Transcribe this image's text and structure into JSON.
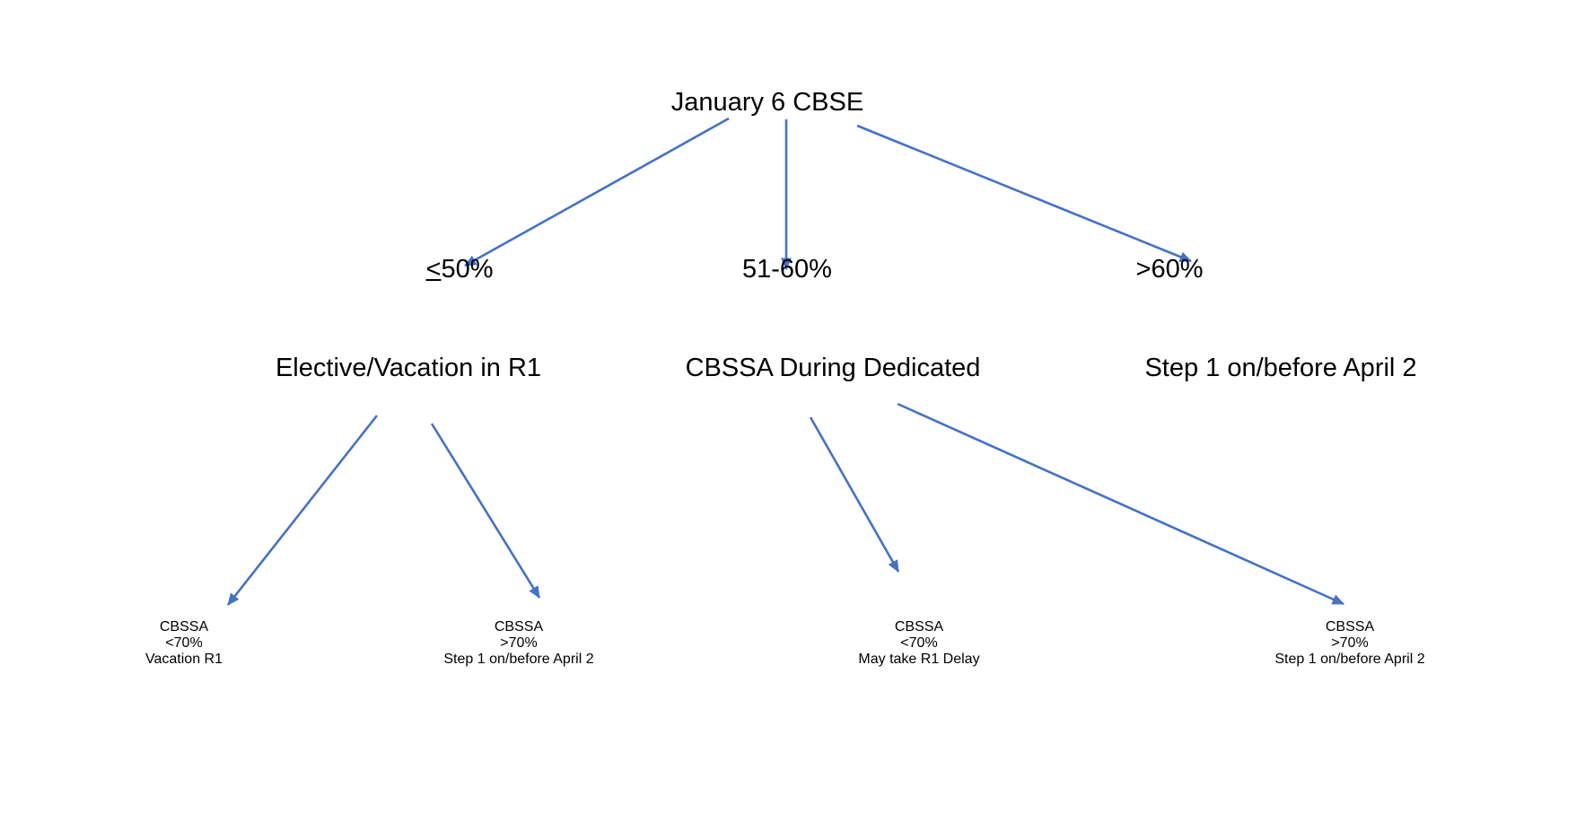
{
  "diagram": {
    "title_node": "January 6 CBSE",
    "accent_color": "#4472C4",
    "text_color": "#000000",
    "background_color": "#FFFFFF",
    "type": "decision-tree-flowchart",
    "level2": {
      "left_label_prefix": "<",
      "left_label_suffix": "50%",
      "left_label_full": "≤50%",
      "middle_label": "51-60%",
      "right_label": ">60%"
    },
    "level3": {
      "left": "Elective/Vacation in R1",
      "middle": "CBSSA During Dedicated",
      "right": "Step 1 on/before April 2"
    },
    "leaves": [
      {
        "line1": "CBSSA",
        "line2": "<70%",
        "line3": "Vacation R1"
      },
      {
        "line1": "CBSSA",
        "line2": ">70%",
        "line3": "Step 1 on/before April 2"
      },
      {
        "line1": "CBSSA",
        "line2": "<70%",
        "line3": "May take R1 Delay"
      },
      {
        "line1": "CBSSA",
        "line2": ">70%",
        "line3": "Step 1 on/before April 2"
      }
    ]
  },
  "chart_data": {
    "type": "table",
    "title": "January 6 CBSE",
    "nodes": [
      {
        "id": "root",
        "label": "January 6 CBSE",
        "level": 0
      },
      {
        "id": "lte50",
        "label": "≤50%",
        "level": 1
      },
      {
        "id": "51-60",
        "label": "51-60%",
        "level": 1
      },
      {
        "id": "gt60",
        "label": ">60%",
        "level": 1
      },
      {
        "id": "elective",
        "label": "Elective/Vacation in R1",
        "level": 2
      },
      {
        "id": "cbssa-ded",
        "label": "CBSSA During Dedicated",
        "level": 2
      },
      {
        "id": "step1-apr2",
        "label": "Step 1 on/before April 2",
        "level": 2
      },
      {
        "id": "leaf1",
        "label": "CBSSA <70% Vacation R1",
        "level": 3
      },
      {
        "id": "leaf2",
        "label": "CBSSA >70% Step 1 on/before April 2",
        "level": 3
      },
      {
        "id": "leaf3",
        "label": "CBSSA <70% May take R1 Delay",
        "level": 3
      },
      {
        "id": "leaf4",
        "label": "CBSSA >70% Step 1 on/before April 2",
        "level": 3
      }
    ],
    "edges": [
      {
        "from": "root",
        "to": "lte50"
      },
      {
        "from": "root",
        "to": "51-60"
      },
      {
        "from": "root",
        "to": "gt60"
      },
      {
        "from": "elective",
        "to": "leaf1"
      },
      {
        "from": "elective",
        "to": "leaf2"
      },
      {
        "from": "cbssa-ded",
        "to": "leaf3"
      },
      {
        "from": "cbssa-ded",
        "to": "leaf4"
      }
    ]
  }
}
